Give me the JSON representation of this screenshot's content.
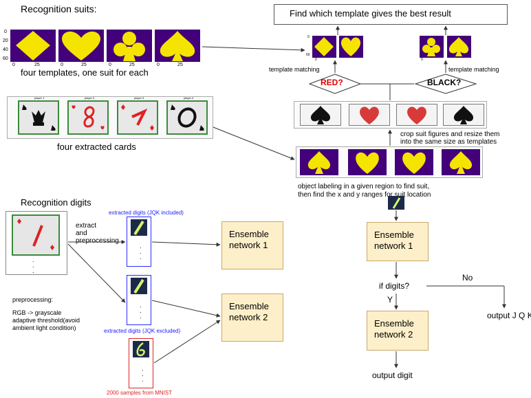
{
  "suits": {
    "heading": "Recognition suits:",
    "caption": "four templates, one suit for each",
    "axis_y": [
      "0",
      "20",
      "40",
      "60"
    ],
    "axis_x": [
      "0",
      "25"
    ],
    "icons": [
      "diamond-template",
      "heart-template",
      "club-template",
      "spade-template"
    ]
  },
  "cards": {
    "caption": "four extracted cards",
    "titles": [
      "player 1",
      "player 2",
      "player 3",
      "player 4"
    ]
  },
  "pipeline": {
    "find_best": "Find which template gives the best result",
    "template_matching_left": "template matching",
    "template_matching_right": "template matching",
    "red": "RED?",
    "black": "BLACK?",
    "crop_note_1": "crop suit figures and resize them",
    "crop_note_2": "into the same size as templates",
    "label_note_1": "object labeling in a given region to find suit,",
    "label_note_2": "then find the x and y ranges for suit location"
  },
  "digits": {
    "heading": "Recognition digits",
    "extract_1": "extract",
    "extract_2": "and",
    "extract_3": "preprocessing",
    "jqk_included": "extracted digits (JQK included)",
    "jqk_excluded": "extracted digits (JQK excluded)",
    "mnist": "2000 samples from MNIST",
    "pre_1": "preprocessing:",
    "pre_2": "RGB -> grayscale",
    "pre_3": "adaptive threshold(avoid",
    "pre_4": "ambient light condition)",
    "ensemble1_line1": "Ensemble",
    "ensemble1_line2": "network 1",
    "ensemble2_line1": "Ensemble",
    "ensemble2_line2": "network 2"
  },
  "flow": {
    "ens1_line1": "Ensemble",
    "ens1_line2": "network 1",
    "if_digits": "if digits?",
    "no": "No",
    "yes": "Y",
    "ens2_line1": "Ensemble",
    "ens2_line2": "network 2",
    "output_jqk": "output J Q K",
    "output_digit": "output digit"
  },
  "colors": {
    "template_bg": "#43007a",
    "template_fg": "#f5e400",
    "red_text": "#e00000",
    "blue_text": "#1a1aff",
    "ensemble_fill": "#fdefc9"
  }
}
